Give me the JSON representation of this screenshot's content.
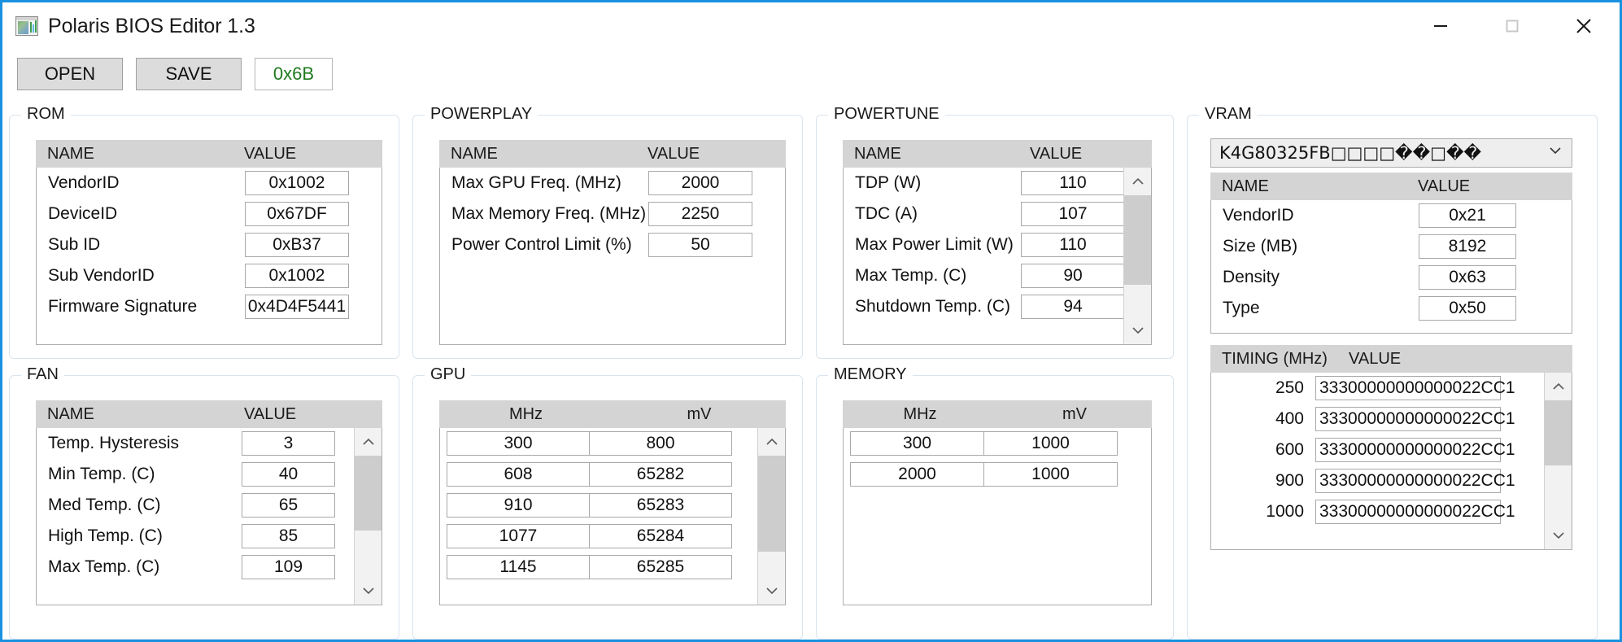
{
  "window": {
    "title": "Polaris BIOS Editor 1.3",
    "icon": "app-window-chart-icon",
    "accent_color": "#1a91e0",
    "controls": {
      "minimize": "minimize-icon",
      "maximize": "maximize-icon",
      "close": "close-icon"
    }
  },
  "toolbar": {
    "open_label": "OPEN",
    "save_label": "SAVE",
    "flag_label": "0x6B",
    "flag_color": "#1f7a1f"
  },
  "columns": {
    "name": "NAME",
    "value": "VALUE",
    "mhz": "MHz",
    "mv": "mV",
    "timing": "TIMING (MHz)"
  },
  "rom": {
    "title": "ROM",
    "rows": [
      {
        "name": "VendorID",
        "value": "0x1002"
      },
      {
        "name": "DeviceID",
        "value": "0x67DF"
      },
      {
        "name": "Sub ID",
        "value": "0xB37"
      },
      {
        "name": "Sub VendorID",
        "value": "0x1002"
      },
      {
        "name": "Firmware Signature",
        "value": "0x4D4F5441"
      }
    ]
  },
  "powerplay": {
    "title": "POWERPLAY",
    "rows": [
      {
        "name": "Max GPU Freq. (MHz)",
        "value": "2000"
      },
      {
        "name": "Max Memory Freq. (MHz)",
        "value": "2250"
      },
      {
        "name": "Power Control Limit (%)",
        "value": "50"
      }
    ]
  },
  "powertune": {
    "title": "POWERTUNE",
    "rows": [
      {
        "name": "TDP (W)",
        "value": "110"
      },
      {
        "name": "TDC (A)",
        "value": "107"
      },
      {
        "name": "Max Power Limit (W)",
        "value": "110"
      },
      {
        "name": "Max Temp. (C)",
        "value": "90"
      },
      {
        "name": "Shutdown Temp. (C)",
        "value": "94"
      }
    ],
    "scrollbar": true
  },
  "vram": {
    "title": "VRAM",
    "selected_module": "K4G80325FB□□□□��□��",
    "rows": [
      {
        "name": "VendorID",
        "value": "0x21"
      },
      {
        "name": "Size (MB)",
        "value": "8192"
      },
      {
        "name": "Density",
        "value": "0x63"
      },
      {
        "name": "Type",
        "value": "0x50"
      }
    ]
  },
  "timing": {
    "header_name": "TIMING (MHz)",
    "header_value": "VALUE",
    "rows": [
      {
        "mhz": "250",
        "value": "33300000000000022CC1"
      },
      {
        "mhz": "400",
        "value": "33300000000000022CC1"
      },
      {
        "mhz": "600",
        "value": "33300000000000022CC1"
      },
      {
        "mhz": "900",
        "value": "33300000000000022CC1"
      },
      {
        "mhz": "1000",
        "value": "33300000000000022CC1"
      }
    ],
    "scrollbar": true
  },
  "fan": {
    "title": "FAN",
    "rows": [
      {
        "name": "Temp. Hysteresis",
        "value": "3"
      },
      {
        "name": "Min Temp. (C)",
        "value": "40"
      },
      {
        "name": "Med Temp. (C)",
        "value": "65"
      },
      {
        "name": "High Temp. (C)",
        "value": "85"
      },
      {
        "name": "Max Temp. (C)",
        "value": "109"
      }
    ],
    "scrollbar": true
  },
  "gpu": {
    "title": "GPU",
    "rows": [
      {
        "mhz": "300",
        "mv": "800"
      },
      {
        "mhz": "608",
        "mv": "65282"
      },
      {
        "mhz": "910",
        "mv": "65283"
      },
      {
        "mhz": "1077",
        "mv": "65284"
      },
      {
        "mhz": "1145",
        "mv": "65285"
      }
    ],
    "scrollbar": true
  },
  "memory": {
    "title": "MEMORY",
    "rows": [
      {
        "mhz": "300",
        "mv": "1000"
      },
      {
        "mhz": "2000",
        "mv": "1000"
      }
    ],
    "scrollbar": false
  }
}
